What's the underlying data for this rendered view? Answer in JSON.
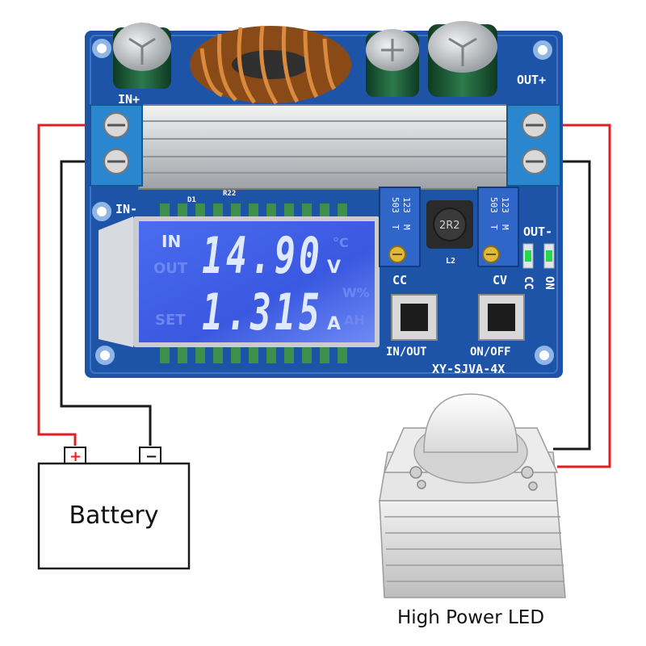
{
  "board": {
    "model": "XY-SJVA-4X",
    "in_plus": "IN+",
    "in_minus": "IN-",
    "out_plus": "OUT+",
    "out_minus": "OUT-",
    "cc_label": "CC",
    "cv_label": "CV",
    "cc_vertical": "CC",
    "on_vertical": "ON",
    "button_left_label": "IN/OUT",
    "button_right_label": "ON/OFF",
    "inductor_small": "2R2",
    "inductor_label": "L2",
    "pot_left": [
      "503",
      "123",
      "T",
      "M"
    ],
    "pot_right": [
      "503",
      "123",
      "T",
      "M"
    ],
    "silk_d1": "D1",
    "silk_r22": "R22"
  },
  "lcd": {
    "row1_label_in": "IN",
    "row1_label_out": "OUT",
    "row2_label_set": "SET",
    "voltage": "14.90",
    "voltage_unit": "V",
    "current": "1.315",
    "current_unit": "A",
    "ghost_c": "°C",
    "ghost_w": "W%",
    "ghost_ah": "AH"
  },
  "battery": {
    "label": "Battery",
    "plus": "+",
    "minus": "−"
  },
  "led": {
    "label": "High Power LED"
  },
  "colors": {
    "pcb": "#1d54a8",
    "lcd": "#3f5fe6",
    "wire_red": "#e02020",
    "wire_black": "#1a1a1a",
    "terminal": "#2b86d0"
  }
}
